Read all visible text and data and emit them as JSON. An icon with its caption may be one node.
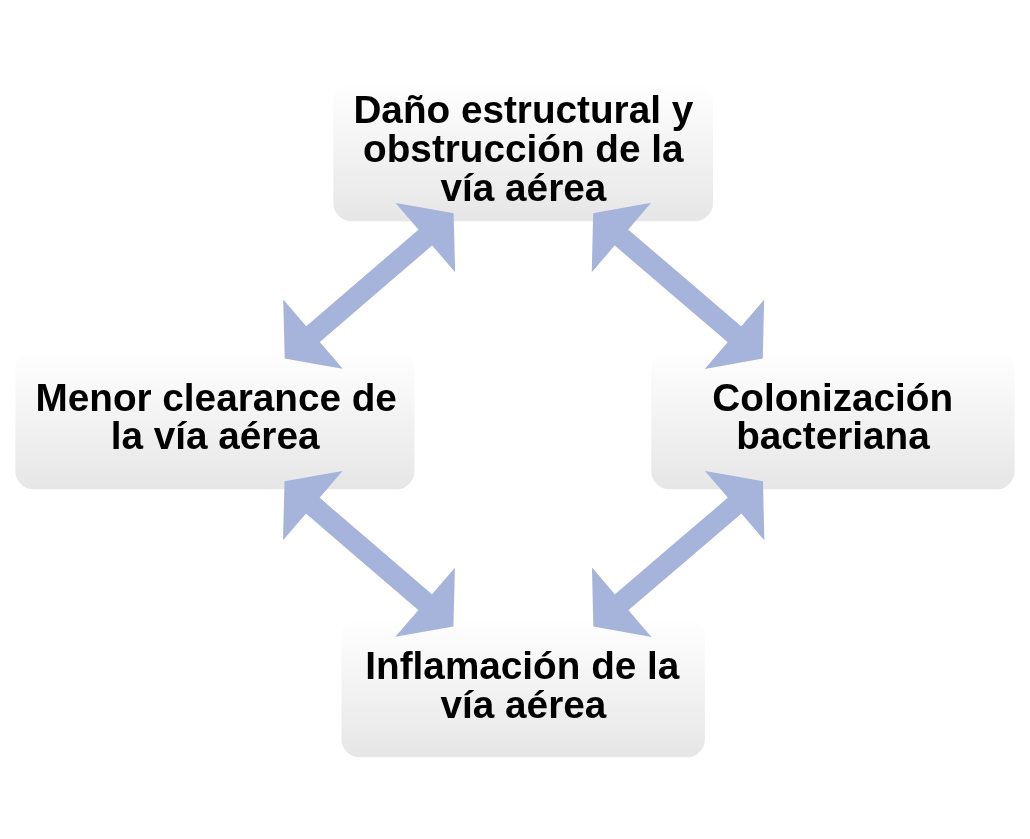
{
  "diagram": {
    "nodes": [
      {
        "text": [
          "Daño estructural y obstrucción de la vía aérea"
        ]
      },
      {
        "text": [
          "Menor clearance de la vía aérea"
        ]
      },
      {
        "text": [
          "Colonización bacteriana"
        ]
      },
      {
        "text": [
          "Inflamación de la vía aérea"
        ]
      }
    ],
    "edges": [
      {
        "from": 0,
        "to": 1,
        "arrow": "both"
      },
      {
        "from": 0,
        "to": 2,
        "arrow": "both"
      },
      {
        "from": 1,
        "to": 3,
        "arrow": "both"
      },
      {
        "from": 2,
        "to": 3,
        "arrow": "both"
      }
    ]
  }
}
